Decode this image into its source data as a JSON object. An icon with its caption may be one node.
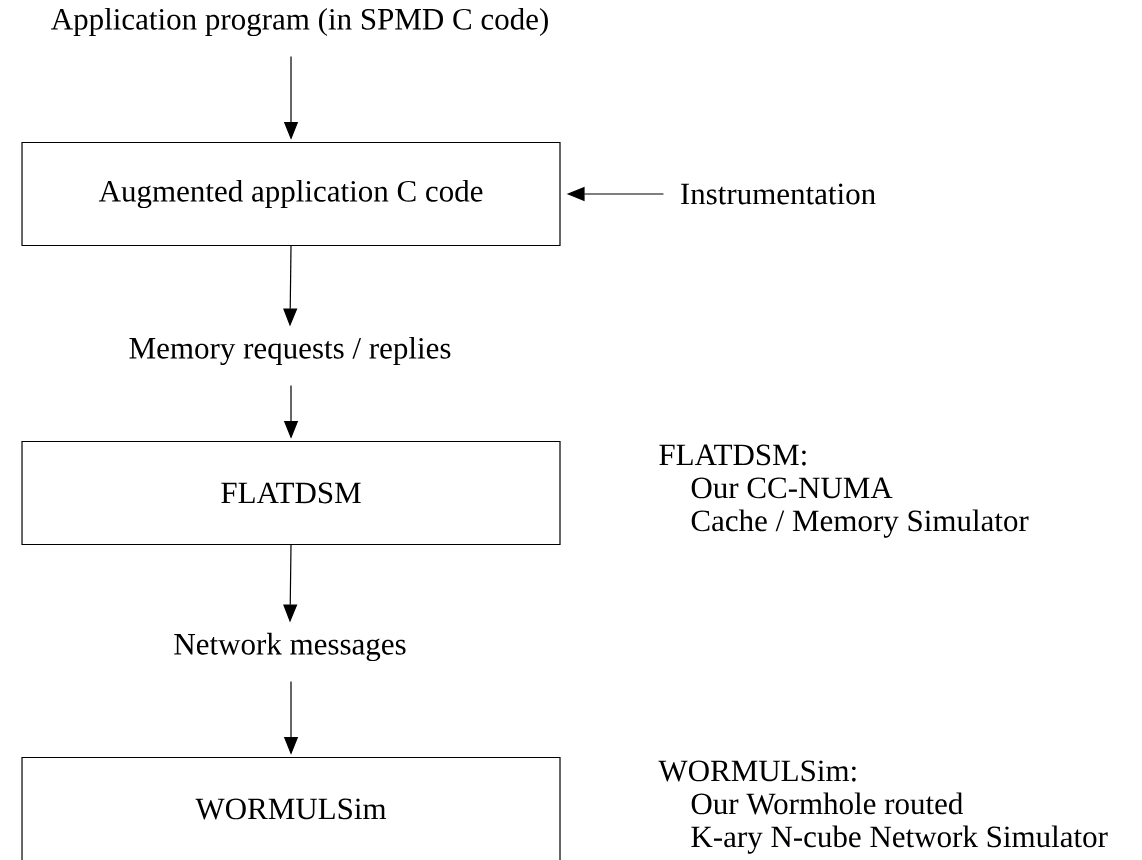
{
  "diagram": {
    "nodes": [
      {
        "text": [
          "Application program (in SPMD C code)"
        ]
      },
      {
        "text": [
          "Augmented application C code"
        ]
      },
      {
        "text": [
          "Instrumentation"
        ]
      },
      {
        "text": [
          "Memory requests / replies"
        ]
      },
      {
        "text": [
          "FLATDSM"
        ],
        "beside": [
          "FLATDSM:",
          "Our CC-NUMA",
          "Cache / Memory Simulator"
        ]
      },
      {
        "text": [
          "Network messages"
        ]
      },
      {
        "text": [
          "WORMULSim"
        ],
        "beside": [
          "WORMULSim:",
          "Our Wormhole routed",
          "K-ary N-cube  Network Simulator"
        ]
      }
    ],
    "edges": [
      {
        "from": 0,
        "to": 1,
        "arrow": "to"
      },
      {
        "from": 2,
        "to": 1,
        "arrow": "to"
      },
      {
        "from": 1,
        "to": 3,
        "arrow": "to"
      },
      {
        "from": 3,
        "to": 4,
        "arrow": "to"
      },
      {
        "from": 4,
        "to": 5,
        "arrow": "to"
      },
      {
        "from": 5,
        "to": 6,
        "arrow": "to"
      }
    ]
  }
}
